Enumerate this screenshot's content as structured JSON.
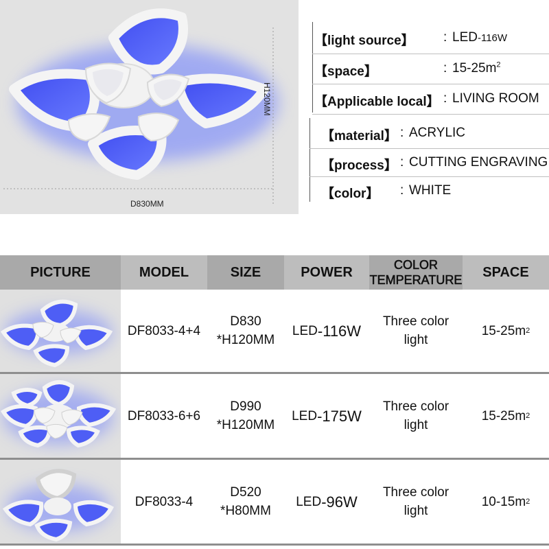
{
  "hero": {
    "height_label": "H120MM",
    "diameter_label": "D830MM"
  },
  "specs": [
    {
      "key": "【light source】",
      "sep": ":",
      "value": "LED",
      "value_suffix": "-116W"
    },
    {
      "key": "【space】",
      "sep": ":",
      "value": "15-25m",
      "value_sup": "2"
    },
    {
      "key": "【Applicable local】",
      "sep": ":",
      "value": "LIVING ROOM"
    },
    {
      "key": "【material】",
      "sep": ":",
      "value": "ACRYLIC"
    },
    {
      "key": "【process】",
      "sep": ":",
      "value": "CUTTING ENGRAVING"
    },
    {
      "key": "【color】",
      "sep": ":",
      "value": "WHITE"
    }
  ],
  "table": {
    "headers": {
      "picture": "PICTURE",
      "model": "MODEL",
      "size": "SIZE",
      "power": "POWER",
      "color_temp_line1": "COLOR",
      "color_temp_line2": "TEMPERATURE",
      "space": "SPACE"
    },
    "rows": [
      {
        "model": "DF8033-4+4",
        "size_line1": "D830",
        "size_line2": "*H120MM",
        "power_prefix": "LED",
        "power_value": "-116W",
        "color_line1": "Three color",
        "color_line2": "light",
        "space": "15-25m",
        "space_sup": "2"
      },
      {
        "model": "DF8033-6+6",
        "size_line1": "D990",
        "size_line2": "*H120MM",
        "power_prefix": "LED",
        "power_value": "-175W",
        "color_line1": "Three color",
        "color_line2": "light",
        "space": "15-25m",
        "space_sup": "2"
      },
      {
        "model": "DF8033-4",
        "size_line1": "D520",
        "size_line2": "*H80MM",
        "power_prefix": "LED",
        "power_value": "-96W",
        "color_line1": "Three color",
        "color_line2": "light",
        "space": "10-15m",
        "space_sup": "2"
      }
    ]
  },
  "colors": {
    "header_gray": "#a9a9a9",
    "header_gray_light": "#bdbdbd",
    "photo_bg": "#e2e2e2",
    "glow_blue": "#4d66ff",
    "frame_white": "#f7f7f7"
  }
}
